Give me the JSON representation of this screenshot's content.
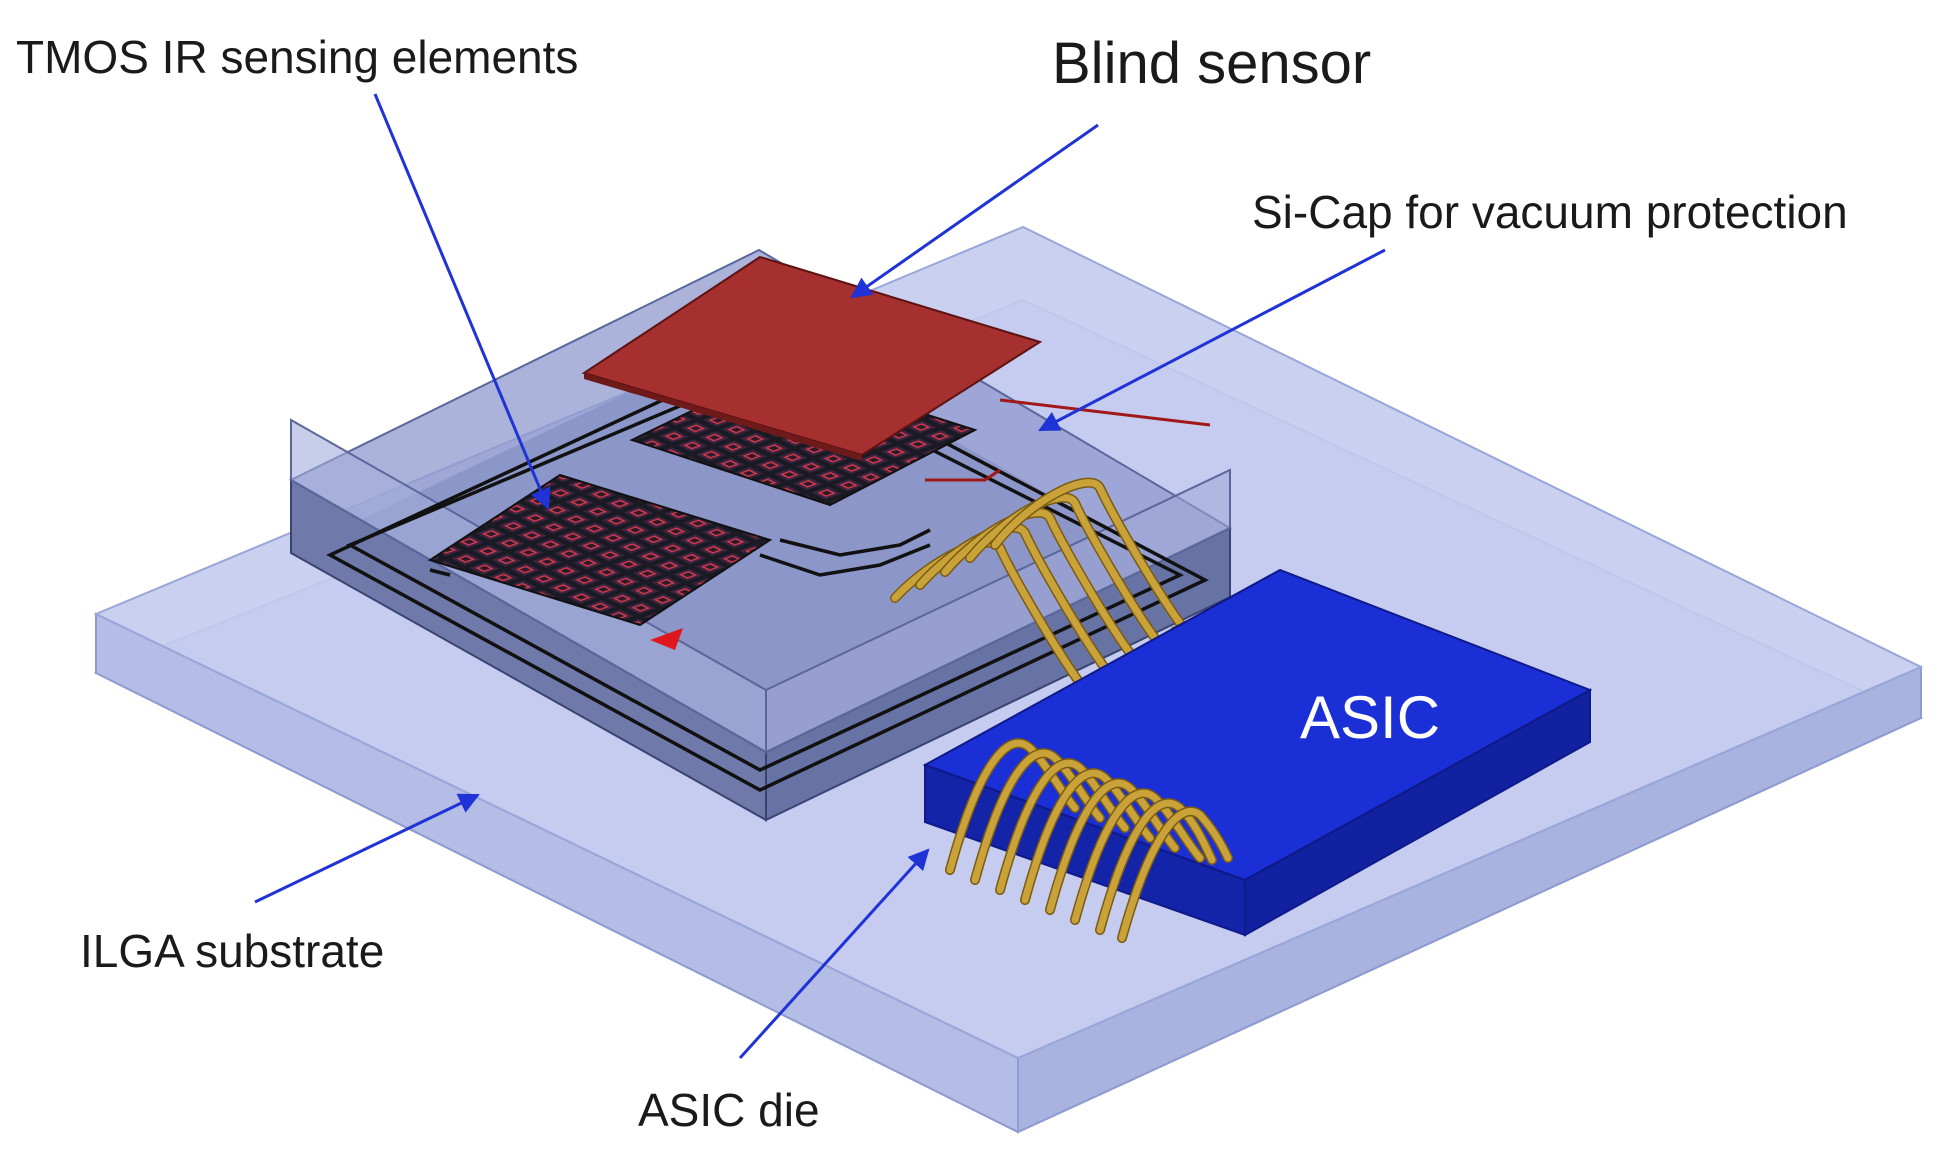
{
  "labels": {
    "tmos": "TMOS IR sensing elements",
    "blind_sensor": "Blind sensor",
    "si_cap": "Si-Cap for vacuum protection",
    "ilga": "ILGA substrate",
    "asic_die": "ASIC die",
    "asic_block": "ASIC"
  },
  "colors": {
    "leader_arrow": "#1f33d6",
    "asic_top": "#1b2fd6",
    "blind_sensor": "#a6302f",
    "substrate": "#b9c3ea",
    "bond_wire": "#c9a33a"
  }
}
